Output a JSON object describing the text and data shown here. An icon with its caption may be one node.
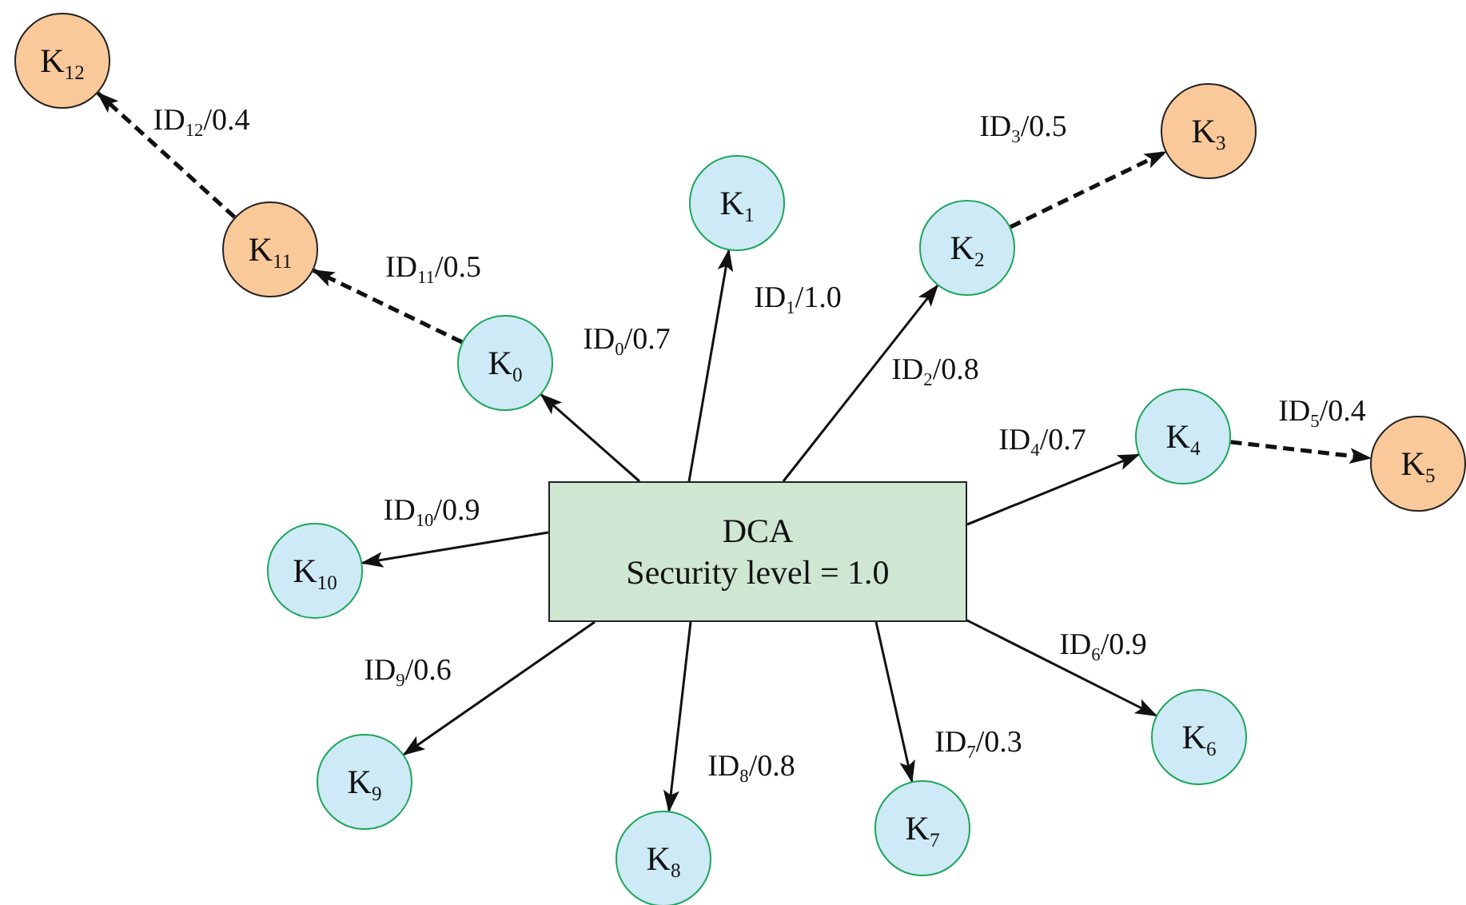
{
  "diagram": {
    "nodes": [
      {
        "text": [
          "DCA",
          "Security level = 1.0"
        ]
      },
      {
        "text": [
          "K$_{0}$"
        ]
      },
      {
        "text": [
          "K$_{1}$"
        ]
      },
      {
        "text": [
          "K$_{2}$"
        ]
      },
      {
        "text": [
          "K$_{3}$"
        ]
      },
      {
        "text": [
          "K$_{4}$"
        ]
      },
      {
        "text": [
          "K$_{5}$"
        ]
      },
      {
        "text": [
          "K$_{6}$"
        ]
      },
      {
        "text": [
          "K$_{7}$"
        ]
      },
      {
        "text": [
          "K$_{8}$"
        ]
      },
      {
        "text": [
          "K$_{9}$"
        ]
      },
      {
        "text": [
          "K$_{10}$"
        ]
      },
      {
        "text": [
          "K$_{11}$"
        ]
      },
      {
        "text": [
          "K$_{12}$"
        ]
      }
    ],
    "edges": [
      {
        "from": 0,
        "to": 1,
        "arrow": "to",
        "label": "ID$_{0}$/0.7"
      },
      {
        "from": 0,
        "to": 2,
        "arrow": "to",
        "label": "ID$_{1}$/1.0"
      },
      {
        "from": 0,
        "to": 3,
        "arrow": "to",
        "label": "ID$_{2}$/0.8"
      },
      {
        "from": 3,
        "to": 4,
        "arrow": "to",
        "label": "ID$_{3}$/0.5",
        "style": "dashed"
      },
      {
        "from": 0,
        "to": 5,
        "arrow": "to",
        "label": "ID$_{4}$/0.7"
      },
      {
        "from": 5,
        "to": 6,
        "arrow": "to",
        "label": "ID$_{5}$/0.4",
        "style": "dashed"
      },
      {
        "from": 0,
        "to": 7,
        "arrow": "to",
        "label": "ID$_{6}$/0.9"
      },
      {
        "from": 0,
        "to": 8,
        "arrow": "to",
        "label": "ID$_{7}$/0.3"
      },
      {
        "from": 0,
        "to": 9,
        "arrow": "to",
        "label": "ID$_{8}$/0.8"
      },
      {
        "from": 0,
        "to": 10,
        "arrow": "to",
        "label": "ID$_{9}$/0.6"
      },
      {
        "from": 0,
        "to": 11,
        "arrow": "to",
        "label": "ID$_{10}$/0.9"
      },
      {
        "from": 1,
        "to": 12,
        "arrow": "to",
        "label": "ID$_{11}$/0.5",
        "style": "dashed"
      },
      {
        "from": 12,
        "to": 13,
        "arrow": "to",
        "label": "ID$_{12}$/0.4",
        "style": "dashed"
      }
    ]
  }
}
